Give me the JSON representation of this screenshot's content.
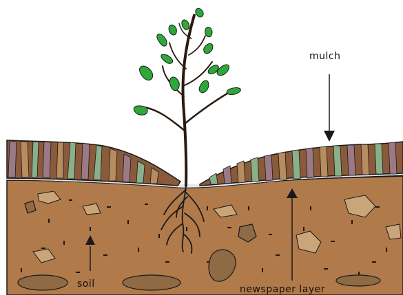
{
  "labels": {
    "mulch": "mulch",
    "soil": "soil",
    "newspaper": "newspaper layer"
  },
  "colors": {
    "soil": "#b07a4a",
    "soil_spots": "#caa57a",
    "rock": "#8e6a45",
    "mulch_brown": "#8a5a3a",
    "mulch_green": "#8ab08a",
    "mulch_tan": "#b78c5e",
    "mulch_mauve": "#9b7a86",
    "newspaper": "#e8e8ef",
    "leaf": "#2fa83a",
    "stem": "#2a1a10",
    "outline": "#1a1a1a"
  }
}
